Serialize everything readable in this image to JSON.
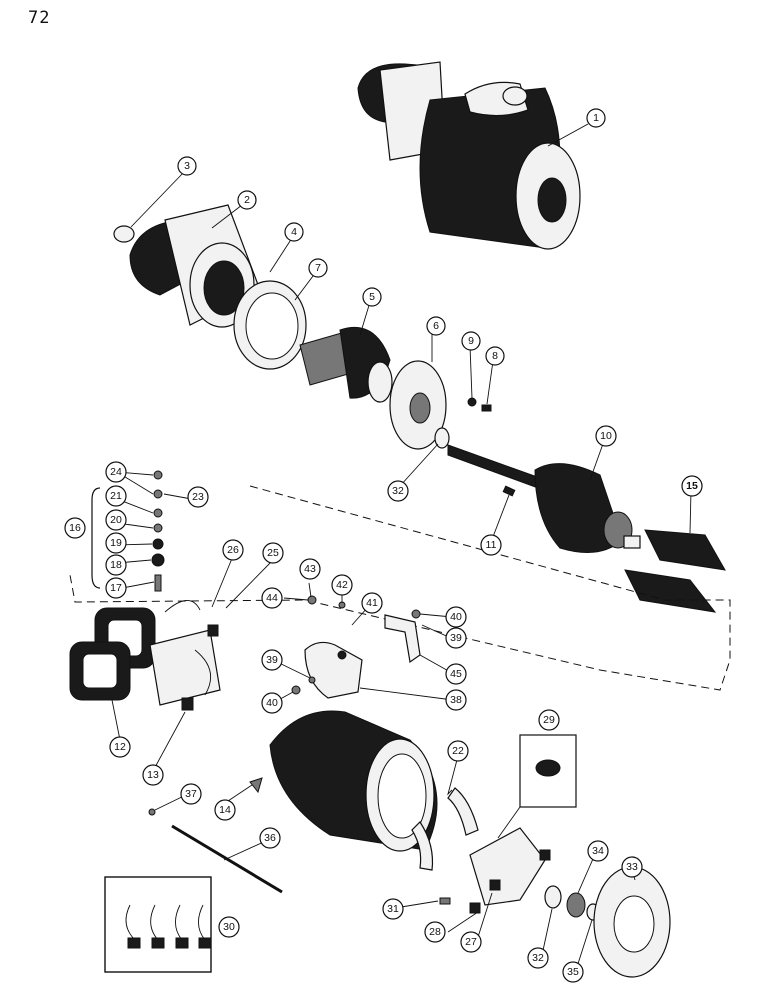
{
  "page": {
    "number": "72"
  },
  "callouts": [
    {
      "label": "1"
    },
    {
      "label": "2"
    },
    {
      "label": "3"
    },
    {
      "label": "4"
    },
    {
      "label": "7"
    },
    {
      "label": "5"
    },
    {
      "label": "6"
    },
    {
      "label": "9"
    },
    {
      "label": "8"
    },
    {
      "label": "10"
    },
    {
      "label": "32"
    },
    {
      "label": "11"
    },
    {
      "label": "15"
    },
    {
      "label": "24"
    },
    {
      "label": "23"
    },
    {
      "label": "21"
    },
    {
      "label": "20"
    },
    {
      "label": "19"
    },
    {
      "label": "18"
    },
    {
      "label": "16"
    },
    {
      "label": "17"
    },
    {
      "label": "26"
    },
    {
      "label": "25"
    },
    {
      "label": "43"
    },
    {
      "label": "44"
    },
    {
      "label": "42"
    },
    {
      "label": "41"
    },
    {
      "label": "40"
    },
    {
      "label": "39"
    },
    {
      "label": "45"
    },
    {
      "label": "39"
    },
    {
      "label": "40"
    },
    {
      "label": "38"
    },
    {
      "label": "12"
    },
    {
      "label": "13"
    },
    {
      "label": "29"
    },
    {
      "label": "22"
    },
    {
      "label": "14"
    },
    {
      "label": "37"
    },
    {
      "label": "36"
    },
    {
      "label": "34"
    },
    {
      "label": "33"
    },
    {
      "label": "30"
    },
    {
      "label": "31"
    },
    {
      "label": "28"
    },
    {
      "label": "27"
    },
    {
      "label": "32"
    },
    {
      "label": "35"
    }
  ]
}
